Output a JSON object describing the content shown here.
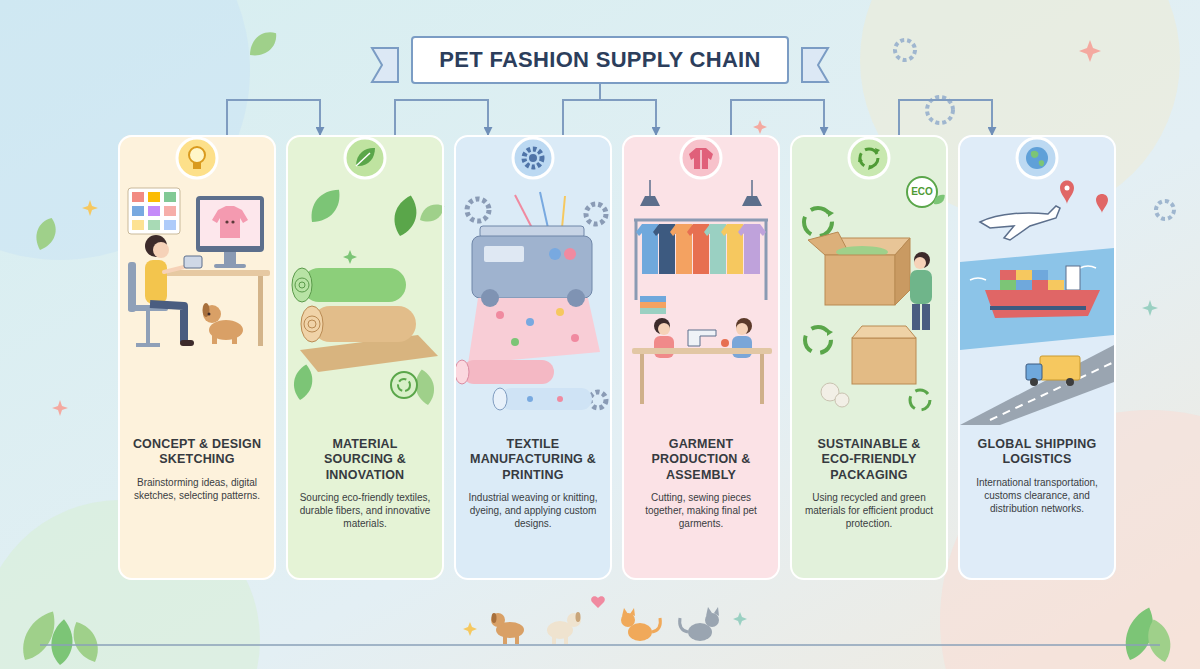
{
  "diagram": {
    "title": "PET FASHION SUPPLY CHAIN",
    "nodes": [
      {
        "text": [
          "CONCEPT & DESIGN SKETCHING",
          "Brainstorming ideas, digital sketches, selecting patterns."
        ]
      },
      {
        "text": [
          "MATERIAL SOURCING & INNOVATION",
          "Sourcing eco-friendly textiles, durable fibers, and innovative materials."
        ]
      },
      {
        "text": [
          "TEXTILE MANUFACTURING & PRINTING",
          "Industrial weaving or knitting, dyeing, and applying custom designs."
        ]
      },
      {
        "text": [
          "GARMENT PRODUCTION & ASSEMBLY",
          "Cutting, sewing pieces together, making final pet garments."
        ]
      },
      {
        "text": [
          "SUSTAINABLE & ECO-FRIENDLY PACKAGING",
          "Using recycled and green materials for efficient product protection."
        ]
      },
      {
        "text": [
          "GLOBAL SHIPPING LOGISTICS",
          "International transportation, customs clearance, and distribution networks."
        ]
      }
    ],
    "edges": [
      {
        "from": 0,
        "to": 1,
        "arrow": "to"
      },
      {
        "from": 1,
        "to": 2,
        "arrow": "to"
      },
      {
        "from": 2,
        "to": 3,
        "arrow": "to"
      },
      {
        "from": 3,
        "to": 4,
        "arrow": "to"
      },
      {
        "from": 4,
        "to": 5,
        "arrow": "to"
      }
    ],
    "labels": [
      "ECO"
    ]
  }
}
